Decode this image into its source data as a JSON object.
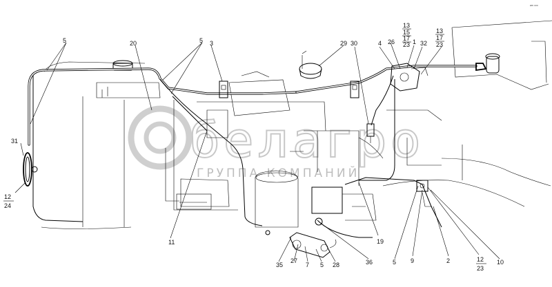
{
  "watermark": {
    "brand": "белагро",
    "subtitle": "ГРУППА КОМПАНИЙ"
  },
  "corner_text": "ᵃᵐ ᵒᵒᵒ",
  "labels": {
    "l5a": "5",
    "l20": "20",
    "l5b": "5",
    "l3": "3",
    "l29": "29",
    "l30": "30",
    "l4": "4",
    "l26": "26",
    "l13a": "13",
    "l15": "15",
    "l17a": "17",
    "l23a": "23",
    "l1": "1",
    "l32": "32",
    "l13b": "13",
    "l17b": "17",
    "l23b": "23",
    "l31": "31",
    "l12a": "12",
    "l24": "24",
    "l11": "11",
    "l35": "35",
    "l27": "27",
    "l7": "7",
    "l5c": "5",
    "l28": "28",
    "l36": "36",
    "l19": "19",
    "l5d": "5",
    "l9": "9",
    "l2": "2",
    "l12b": "12",
    "l23c": "23",
    "l10": "10"
  }
}
